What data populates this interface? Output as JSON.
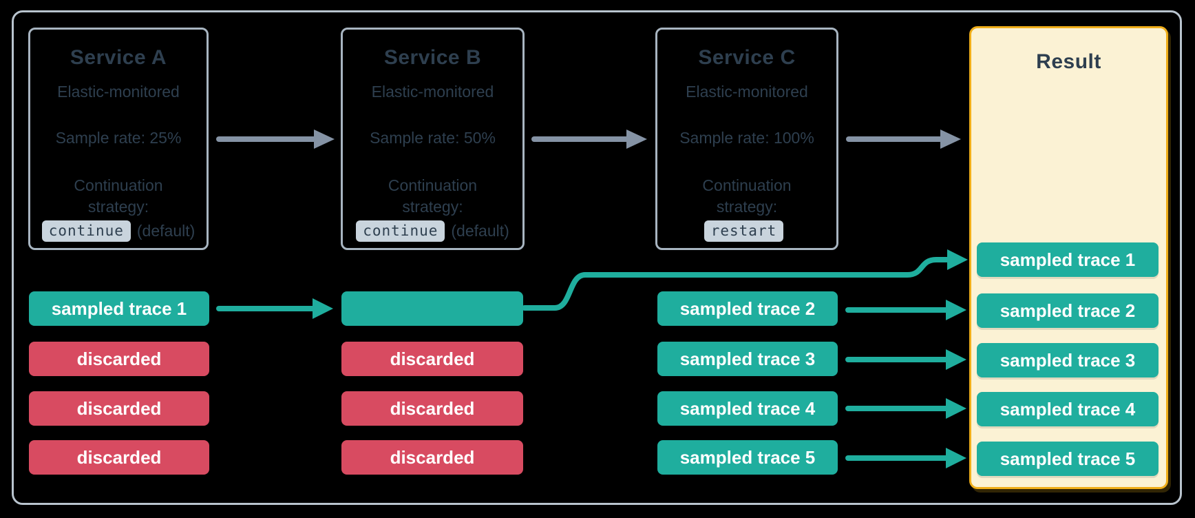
{
  "colors": {
    "background": "#000000",
    "frame-border": "#b9c4ce",
    "box-border": "#a8b5c1",
    "text-dark": "#2e3f4f",
    "chip-bg": "#c9d4dd",
    "teal": "#1fae9e",
    "red": "#d84b61",
    "arrow-gray": "#8593a5",
    "result-bg": "#fbf2d4",
    "result-border": "#efae1a"
  },
  "services": [
    {
      "title": "Service A",
      "subtitle": "Elastic-monitored",
      "sample_rate": "Sample rate: 25%",
      "strategy_label": "Continuation strategy:",
      "strategy_value": "continue",
      "strategy_suffix": "(default)"
    },
    {
      "title": "Service B",
      "subtitle": "Elastic-monitored",
      "sample_rate": "Sample rate: 50%",
      "strategy_label": "Continuation strategy:",
      "strategy_value": "continue",
      "strategy_suffix": "(default)"
    },
    {
      "title": "Service C",
      "subtitle": "Elastic-monitored",
      "sample_rate": "Sample rate: 100%",
      "strategy_label": "Continuation strategy:",
      "strategy_value": "restart",
      "strategy_suffix": ""
    }
  ],
  "traces": {
    "service_a": [
      {
        "label": "sampled trace 1",
        "status": "sampled"
      },
      {
        "label": "discarded",
        "status": "discarded"
      },
      {
        "label": "discarded",
        "status": "discarded"
      },
      {
        "label": "discarded",
        "status": "discarded"
      }
    ],
    "service_b": [
      {
        "label": "",
        "status": "sampled"
      },
      {
        "label": "discarded",
        "status": "discarded"
      },
      {
        "label": "discarded",
        "status": "discarded"
      },
      {
        "label": "discarded",
        "status": "discarded"
      }
    ],
    "service_c": [
      {
        "label": "sampled trace 2",
        "status": "sampled"
      },
      {
        "label": "sampled trace 3",
        "status": "sampled"
      },
      {
        "label": "sampled trace 4",
        "status": "sampled"
      },
      {
        "label": "sampled trace 5",
        "status": "sampled"
      }
    ]
  },
  "result": {
    "title": "Result",
    "rows": [
      "sampled trace 1",
      "sampled trace 2",
      "sampled trace 3",
      "sampled trace 4",
      "sampled trace 5"
    ]
  }
}
